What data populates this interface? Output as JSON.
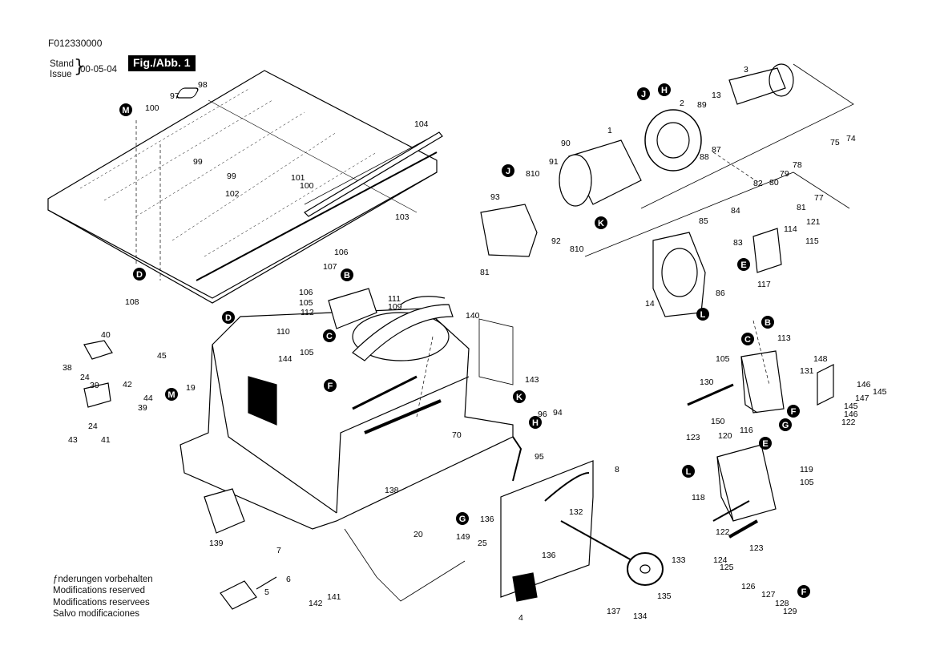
{
  "document": {
    "id": "F012330000",
    "stand_label": "Stand",
    "issue_label": "Issue",
    "date": "00-05-04",
    "figure_label": "Fig./Abb. 1"
  },
  "notes": [
    "ƒnderungen vorbehalten",
    "Modifications reserved",
    "Modifications reservees",
    "Salvo modificaciones"
  ],
  "callouts": [
    "B",
    "C",
    "D",
    "E",
    "F",
    "G",
    "H",
    "J",
    "K",
    "L",
    "M"
  ],
  "part_numbers": [
    "1",
    "2",
    "3",
    "4",
    "5",
    "6",
    "7",
    "8",
    "13",
    "14",
    "19",
    "20",
    "24",
    "25",
    "38",
    "39",
    "40",
    "41",
    "42",
    "43",
    "44",
    "45",
    "70",
    "74",
    "75",
    "77",
    "78",
    "79",
    "80",
    "81",
    "82",
    "83",
    "84",
    "85",
    "86",
    "87",
    "88",
    "89",
    "90",
    "91",
    "92",
    "93",
    "94",
    "95",
    "96",
    "97",
    "98",
    "99",
    "100",
    "101",
    "102",
    "103",
    "104",
    "105",
    "106",
    "107",
    "108",
    "109",
    "110",
    "111",
    "112",
    "113",
    "114",
    "115",
    "116",
    "117",
    "118",
    "119",
    "120",
    "121",
    "122",
    "123",
    "124",
    "125",
    "126",
    "127",
    "128",
    "129",
    "130",
    "131",
    "132",
    "133",
    "134",
    "135",
    "136",
    "137",
    "138",
    "139",
    "140",
    "141",
    "142",
    "143",
    "144",
    "145",
    "146",
    "147",
    "148",
    "149",
    "150",
    "810"
  ]
}
